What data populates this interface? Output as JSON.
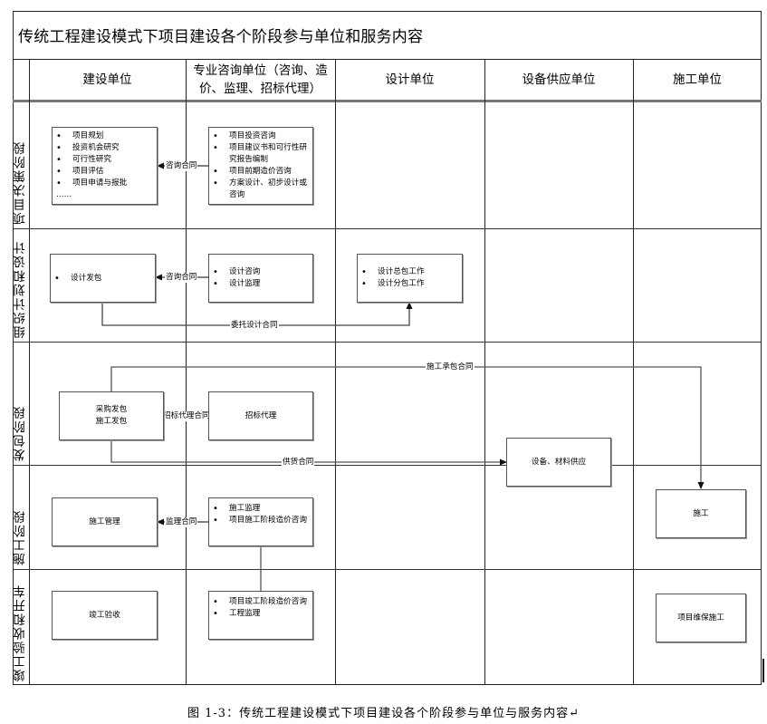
{
  "title": "传统工程建设模式下项目建设各个阶段参与单位和服务内容",
  "columns": [
    {
      "id": "owner",
      "label": "建设单位"
    },
    {
      "id": "consultant",
      "label": "专业咨询单位（咨询、造价、监理、招标代理）"
    },
    {
      "id": "designer",
      "label": "设计单位"
    },
    {
      "id": "supplier",
      "label": "设备供应单位"
    },
    {
      "id": "contractor",
      "label": "施工单位"
    }
  ],
  "phases": [
    {
      "id": "decision",
      "label": "项目决策阶段"
    },
    {
      "id": "planning",
      "label": "组织计划和设计"
    },
    {
      "id": "tendering",
      "label": "发包阶段"
    },
    {
      "id": "construction",
      "label": "施工阶段"
    },
    {
      "id": "completion",
      "label": "竣工验收和开车"
    }
  ],
  "boxes": {
    "decision_owner": {
      "items": [
        "项目规划",
        "投资机会研究",
        "可行性研究",
        "项目评估",
        "项目申请与报批"
      ],
      "more": "……"
    },
    "decision_consultant": {
      "items": [
        "项目投资咨询",
        "项目建议书和可行性研究报告编制",
        "项目前期造价咨询",
        "方案设计、初步设计或咨询"
      ]
    },
    "planning_owner": {
      "items": [
        "设计发包"
      ]
    },
    "planning_consultant": {
      "items": [
        "设计咨询",
        "设计监理"
      ]
    },
    "planning_designer": {
      "items": [
        "设计总包工作",
        "设计分包工作"
      ]
    },
    "tendering_owner": {
      "lines": [
        "采购发包",
        "施工发包"
      ]
    },
    "tendering_consultant": {
      "text": "招标代理"
    },
    "tendering_supplier": {
      "text": "设备、材料供应"
    },
    "construction_owner": {
      "text": "施工管理"
    },
    "construction_consultant": {
      "items": [
        "施工监理",
        "项目施工阶段造价咨询"
      ]
    },
    "construction_contractor": {
      "text": "施工"
    },
    "completion_owner": {
      "text": "竣工验收"
    },
    "completion_consultant": {
      "items": [
        "项目竣工阶段造价咨询",
        "工程监理"
      ]
    },
    "completion_contractor": {
      "text": "项目维保施工"
    }
  },
  "contracts": {
    "decision_consult": "咨询合同",
    "planning_consult": "咨询合同",
    "design_commission": "委托设计合同",
    "construction_contract": "施工承包合同",
    "tender_agency": "招标代理合同",
    "supply": "供货合同",
    "supervision": "监理合同"
  },
  "caption": "图 1-3：传统工程建设模式下项目建设各个阶段参与单位与服务内容↵"
}
